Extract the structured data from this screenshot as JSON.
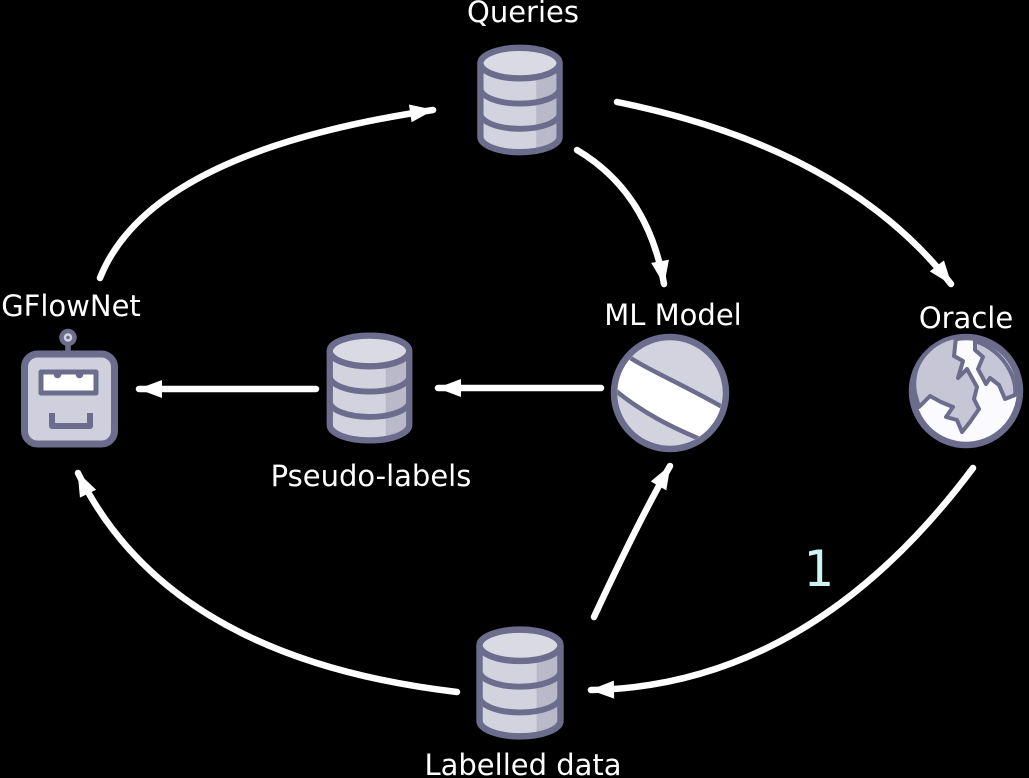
{
  "title": "Active learning loop diagram",
  "background_color": "#000000",
  "colors": {
    "arrow": "#ffffff",
    "label_text": "#ffffff",
    "step_number_text": "#cdf3f5",
    "icon_fill": "#d3d3e0",
    "icon_fill_top": "#dadae5",
    "icon_shade": "#b9b9ca",
    "icon_highlight": "#ffffff",
    "icon_outline": "#6c6c8c"
  },
  "nodes": [
    {
      "id": "queries",
      "label": "Queries",
      "icon": "database-icon"
    },
    {
      "id": "gflownet",
      "label": "GFlowNet",
      "icon": "robot-icon"
    },
    {
      "id": "ml-model",
      "label": "ML Model",
      "icon": "sphere-icon"
    },
    {
      "id": "oracle",
      "label": "Oracle",
      "icon": "globe-icon"
    },
    {
      "id": "pseudo-labels",
      "label": "Pseudo-labels",
      "icon": "database-icon"
    },
    {
      "id": "labelled-data",
      "label": "Labelled data",
      "icon": "database-icon"
    }
  ],
  "edges": [
    {
      "from": "gflownet",
      "to": "queries",
      "label": ""
    },
    {
      "from": "queries",
      "to": "ml-model",
      "label": ""
    },
    {
      "from": "queries",
      "to": "oracle",
      "label": ""
    },
    {
      "from": "oracle",
      "to": "labelled-data",
      "label": "1"
    },
    {
      "from": "labelled-data",
      "to": "ml-model",
      "label": ""
    },
    {
      "from": "labelled-data",
      "to": "gflownet",
      "label": ""
    },
    {
      "from": "ml-model",
      "to": "pseudo-labels",
      "label": ""
    },
    {
      "from": "pseudo-labels",
      "to": "gflownet",
      "label": ""
    }
  ]
}
